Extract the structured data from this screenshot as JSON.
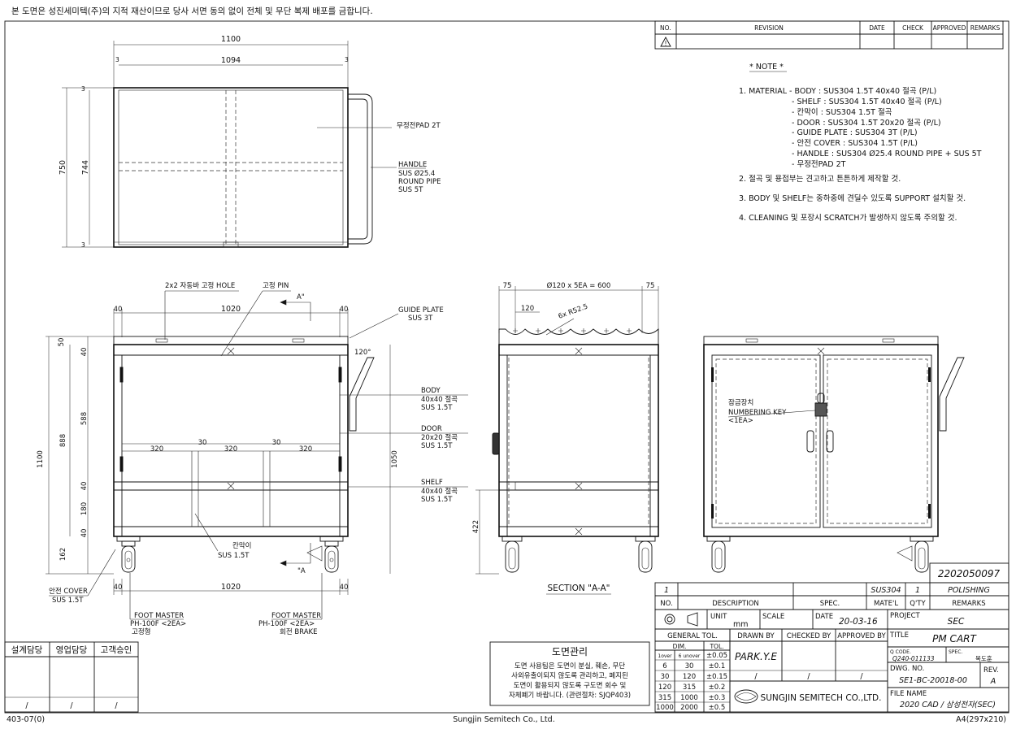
{
  "header_notice": "본 도면은 성진세미텍(주)의 지적 재산이므로 당사 서면 동의 없이 전체 및 무단 복제 배포를 금합니다.",
  "revision_table": {
    "headers": [
      "NO.",
      "REVISION",
      "DATE",
      "CHECK",
      "APPROVED",
      "REMARKS"
    ]
  },
  "notes": {
    "title": "* NOTE *",
    "lines": [
      "1. MATERIAL - BODY : SUS304 1.5T 40x40 절곡 (P/L)",
      "- SHELF : SUS304 1.5T 40x40 절곡 (P/L)",
      "- 칸막이 : SUS304 1.5T 절곡",
      "- DOOR : SUS304 1.5T 20x20 절곡 (P/L)",
      "- GUIDE PLATE : SUS304 3T (P/L)",
      "- 안전 COVER : SUS304 1.5T (P/L)",
      "- HANDLE : SUS304 Ø25.4 ROUND PIPE + SUS 5T",
      "- 무정전PAD 2T",
      "2. 절곡 및 용접부는 견고하고 튼튼하게 제작할 것.",
      "3. BODY 및 SHELF는 중하중에 견딜수 있도록 SUPPORT 설치할 것.",
      "4. CLEANING 및 포장시 SCRATCH가 발생하지 않도록 주의할 것."
    ]
  },
  "top_view": {
    "dims": [
      "1100",
      "1094",
      "3",
      "3",
      "750",
      "744",
      "3",
      "3"
    ],
    "labels": [
      "무정전PAD 2T",
      "HANDLE",
      "SUS Ø25.4",
      "ROUND PIPE",
      "SUS 5T"
    ]
  },
  "front_view": {
    "dims": [
      "40",
      "1020",
      "40",
      "50",
      "40",
      "588",
      "888",
      "1100",
      "40",
      "180",
      "40",
      "162",
      "320",
      "30",
      "320",
      "30",
      "320",
      "1050",
      "40",
      "1020",
      "40",
      "120°"
    ],
    "labels": [
      "2x2 자동바 고정 HOLE",
      "고정 PIN",
      "A\"",
      "GUIDE PLATE",
      "SUS 3T",
      "BODY",
      "40x40 절곡",
      "SUS 1.5T",
      "DOOR",
      "20x20 절곡",
      "SUS 1.5T",
      "SHELF",
      "40x40 절곡",
      "SUS 1.5T",
      "칸막이",
      "SUS 1.5T",
      "\"A",
      "안전 COVER",
      "SUS 1.5T",
      "FOOT MASTER",
      "PH-100F <2EA>",
      "고정형",
      "FOOT MASTER",
      "PH-100F <2EA>",
      "회전 BRAKE"
    ]
  },
  "section_view": {
    "dims": [
      "75",
      "Ø120 x 5EA = 600",
      "75",
      "120",
      "6x R52.5",
      "422"
    ],
    "title": "SECTION \"A-A\""
  },
  "side_view": {
    "labels": [
      "잠금장치",
      "NUMBERING KEY",
      "<1EA>"
    ]
  },
  "part_number": "2202050097",
  "bom_row": {
    "no": "1",
    "description": "",
    "spec": "SUS304",
    "qty": "1",
    "remarks": "POLISHING"
  },
  "bom_headers": [
    "NO.",
    "DESCRIPTION",
    "SPEC.",
    "MATE'L",
    "Q'TY",
    "REMARKS"
  ],
  "title_block": {
    "unit_label": "UNIT",
    "unit": "mm",
    "scale_label": "SCALE",
    "date_label": "DATE",
    "date": "20-03-16",
    "project_label": "PROJECT",
    "project": "SEC",
    "general_tol": "GENERAL TOL.",
    "drawn_by": "DRAWN BY",
    "checked_by": "CHECKED BY",
    "approved_by": "APPROVED BY",
    "drawer": "PARK.Y.E",
    "title_label": "TITLE",
    "title": "PM CART",
    "qcode_label": "Q CODE.",
    "qcode": "Q240-011133",
    "spec_label": "SPEC.",
    "spec_value": "목도훈",
    "dwg_label": "DWG. NO.",
    "dwg": "SE1-BC-20018-00",
    "rev_label": "REV.",
    "rev": "A",
    "file_label": "FILE NAME",
    "file": "2020 CAD / 삼성전자(SEC)",
    "company": "SUNGJIN SEMITECH CO.,LTD.",
    "slashes": [
      "/",
      "/",
      "/"
    ]
  },
  "tolerance_table": {
    "headers": [
      "DIM.",
      "TOL."
    ],
    "rows": [
      [
        "1over",
        "6 unover",
        "±0.05"
      ],
      [
        "6",
        "30",
        "±0.1"
      ],
      [
        "30",
        "120",
        "±0.15"
      ],
      [
        "120",
        "315",
        "±0.2"
      ],
      [
        "315",
        "1000",
        "±0.3"
      ],
      [
        "1000",
        "2000",
        "±0.5"
      ]
    ]
  },
  "sign_box": {
    "headers": [
      "설계담당",
      "영업담당",
      "고객승인"
    ],
    "slashes": [
      "/",
      "/",
      "/"
    ]
  },
  "drawing_control": {
    "title": "도면관리",
    "lines": [
      "도면 사용팀은 도면이 분실, 훼손, 무단",
      "사외유출이되지 않도록 관리하고, 폐지된",
      "도면이 활용되지 않도록 구도면 회수 및",
      "자체폐기 바랍니다. (관련절차: SJQP403)"
    ]
  },
  "footer": {
    "left": "403-07(0)",
    "center": "Sungjin Semitech Co., Ltd.",
    "right": "A4(297x210)"
  }
}
